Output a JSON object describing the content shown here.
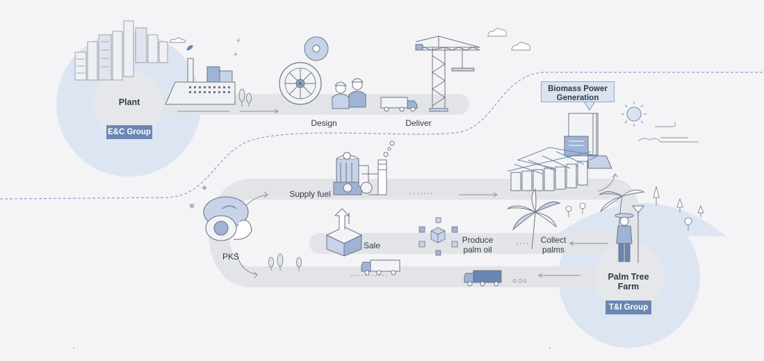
{
  "labels": {
    "plant": "Plant",
    "design": "Design",
    "deliver": "Deliver",
    "biomass_line1": "Biomass Power",
    "biomass_line2": "Generation",
    "supply_fuel": "Supply fuel",
    "pks": "PKS",
    "sale": "Sale",
    "produce_line1": "Produce",
    "produce_line2": "palm oil",
    "collect_line1": "Collect",
    "collect_line2": "palms",
    "farm_line1": "Palm Tree",
    "farm_line2": "Farm"
  },
  "tags": {
    "ec_group": "E&C Group",
    "ti_group": "T&I Group"
  },
  "colors": {
    "background": "#f4f4f6",
    "blob": "#dde5f2",
    "road": "#e2e4e8",
    "accent": "#6a86b3",
    "line": "#6d7380",
    "dashed": "#7fa3d6"
  },
  "icons": [
    "city-skyline-icon",
    "factory-icon",
    "gear-icon",
    "engineer-icon",
    "truck-icon",
    "tower-crane-icon",
    "cloud-icon",
    "sun-icon",
    "power-plant-icon",
    "boiler-icon",
    "pks-pile-icon",
    "box-icon",
    "cube-icon",
    "palm-tree-icon",
    "farmer-icon",
    "tree-icon"
  ]
}
